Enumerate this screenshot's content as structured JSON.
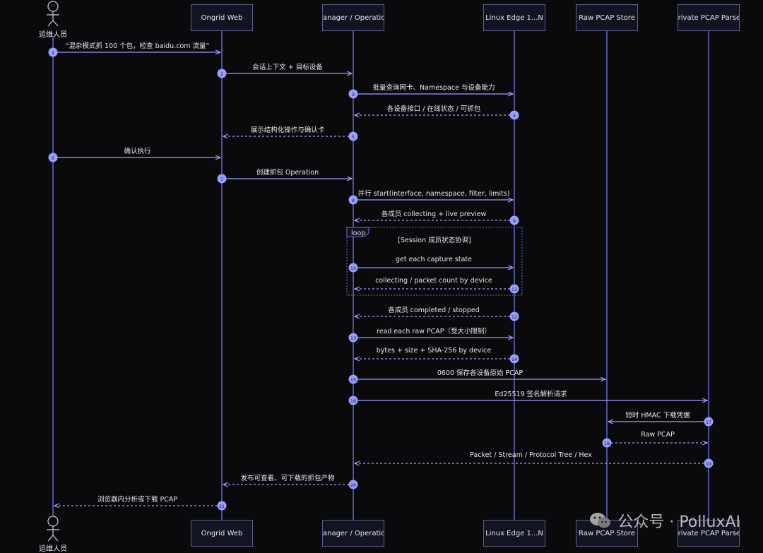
{
  "participants": [
    {
      "label": "运维人员",
      "type": "actor"
    },
    {
      "label": "Ongrid Web",
      "type": "box"
    },
    {
      "label": "Manager / Operation",
      "type": "box"
    },
    {
      "label": "Linux Edge 1...N",
      "type": "box"
    },
    {
      "label": "Raw PCAP Store",
      "type": "box"
    },
    {
      "label": "Private PCAP Parser",
      "type": "box"
    }
  ],
  "messages": [
    {
      "num": "1",
      "from": 0,
      "to": 1,
      "text": "“混杂模式抓 100 个包，检查 baidu.com 流量”",
      "style": "solid"
    },
    {
      "num": "2",
      "from": 1,
      "to": 2,
      "text": "会话上下文 + 目标设备",
      "style": "solid"
    },
    {
      "num": "3",
      "from": 2,
      "to": 3,
      "text": "批量查询网卡、Namespace 与设备能力",
      "style": "solid"
    },
    {
      "num": "4",
      "from": 3,
      "to": 2,
      "text": "各设备接口 / 在线状态 / 可抓包",
      "style": "dashed"
    },
    {
      "num": "5",
      "from": 2,
      "to": 1,
      "text": "展示结构化操作与确认卡",
      "style": "dashed"
    },
    {
      "num": "6",
      "from": 0,
      "to": 1,
      "text": "确认执行",
      "style": "solid"
    },
    {
      "num": "7",
      "from": 1,
      "to": 2,
      "text": "创建抓包 Operation",
      "style": "solid"
    },
    {
      "num": "8",
      "from": 2,
      "to": 3,
      "text": "并行 start(interface, namespace, filter, limits)",
      "style": "solid"
    },
    {
      "num": "9",
      "from": 3,
      "to": 2,
      "text": "各成员 collecting + live preview",
      "style": "dashed"
    },
    {
      "num": "10",
      "from": 2,
      "to": 3,
      "text": "get each capture state",
      "style": "solid"
    },
    {
      "num": "11",
      "from": 3,
      "to": 2,
      "text": "collecting / packet count by device",
      "style": "dashed"
    },
    {
      "num": "12",
      "from": 3,
      "to": 2,
      "text": "各成员 completed / stopped",
      "style": "dashed"
    },
    {
      "num": "13",
      "from": 2,
      "to": 3,
      "text": "read each raw PCAP（受大小限制）",
      "style": "solid"
    },
    {
      "num": "14",
      "from": 3,
      "to": 2,
      "text": "bytes + size + SHA-256 by device",
      "style": "dashed"
    },
    {
      "num": "15",
      "from": 2,
      "to": 4,
      "text": "0600 保存各设备原始 PCAP",
      "style": "solid"
    },
    {
      "num": "16",
      "from": 2,
      "to": 5,
      "text": "Ed25519 签名解析请求",
      "style": "solid"
    },
    {
      "num": "17",
      "from": 5,
      "to": 4,
      "text": "短时 HMAC 下载凭据",
      "style": "solid"
    },
    {
      "num": "18",
      "from": 4,
      "to": 5,
      "text": "Raw PCAP",
      "style": "dashed"
    },
    {
      "num": "19",
      "from": 5,
      "to": 2,
      "text": "Packet / Stream / Protocol Tree / Hex",
      "style": "dashed"
    },
    {
      "num": "20",
      "from": 2,
      "to": 1,
      "text": "发布可查看、可下载的抓包产物",
      "style": "dashed"
    },
    {
      "num": "21",
      "from": 1,
      "to": 0,
      "text": "浏览器内分析或下载 PCAP",
      "style": "dashed"
    }
  ],
  "loop": {
    "label": "loop",
    "condition": "[Session 成员状态协调]"
  },
  "watermark": {
    "text": "公众号 · PolluxAI",
    "icon": "wechat-icon"
  },
  "colors": {
    "line": "#9a9eff",
    "lifeline": "#6b6fd6",
    "box_border": "#5b5f8a",
    "circle": "#9a9eff",
    "background": "#0a0a0c"
  }
}
